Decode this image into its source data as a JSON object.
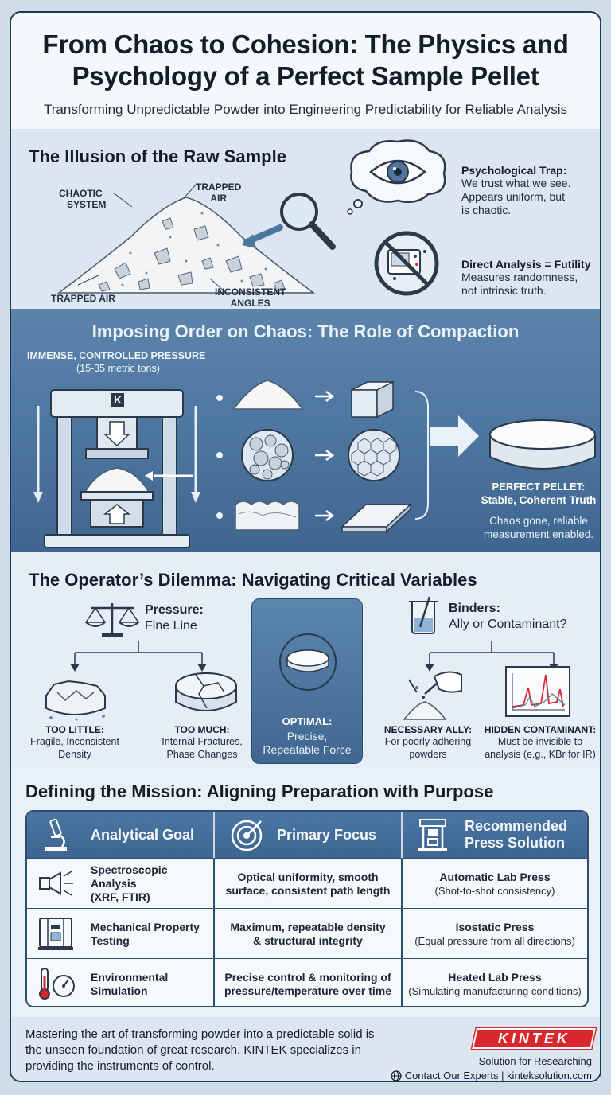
{
  "header": {
    "title_line1": "From Chaos to Cohesion: The Physics and",
    "title_line2": "Psychology of a Perfect Sample Pellet",
    "subtitle": "Transforming Unpredictable Powder into Engineering Predictability for Reliable Analysis"
  },
  "section1": {
    "title": "The Illusion of the Raw Sample",
    "labels": {
      "chaotic_1": "CHAOTIC",
      "chaotic_2": "SYSTEM",
      "trapped_top_1": "TRAPPED",
      "trapped_top_2": "AIR",
      "trapped_bottom": "TRAPPED AIR",
      "inconsistent_1": "INCONSISTENT",
      "inconsistent_2": "ANGLES"
    },
    "trap": {
      "heading": "Psychological Trap:",
      "line1": "We trust what we see.",
      "line2": "Appears uniform, but",
      "line3": "is chaotic."
    },
    "futility": {
      "heading": "Direct Analysis = Futility",
      "line1": "Measures randomness,",
      "line2": "not intrinsic truth."
    }
  },
  "section2": {
    "title": "Imposing Order on Chaos: The Role of Compaction",
    "pressure_label": "IMMENSE, CONTROLLED PRESSURE",
    "pressure_range": "(15-35 metric tons)",
    "press_logo": "K",
    "pellet_heading": "PERFECT PELLET:",
    "pellet_sub": "Stable, Coherent Truth",
    "pellet_note1": "Chaos gone, reliable",
    "pellet_note2": "measurement enabled."
  },
  "section3": {
    "title": "The Operator’s Dilemma: Navigating Critical Variables",
    "pressure": {
      "heading": "Pressure:",
      "sub": "Fine Line"
    },
    "too_little": {
      "heading": "TOO LITTLE:",
      "line1": "Fragile, Inconsistent",
      "line2": "Density"
    },
    "too_much": {
      "heading": "TOO MUCH:",
      "line1": "Internal Fractures,",
      "line2": "Phase Changes"
    },
    "optimal": {
      "heading": "OPTIMAL:",
      "line1": "Precise,",
      "line2": "Repeatable Force"
    },
    "binders": {
      "heading": "Binders:",
      "sub": "Ally or Contaminant?"
    },
    "ally": {
      "heading": "NECESSARY ALLY:",
      "line1": "For poorly adhering",
      "line2": "powders"
    },
    "contaminant": {
      "heading": "HIDDEN CONTAMINANT:",
      "line1": "Must be invisible to",
      "line2": "analysis (e.g., KBr for IR)"
    }
  },
  "section4": {
    "title": "Defining the Mission: Aligning Preparation with Purpose",
    "headers": {
      "goal": "Analytical Goal",
      "focus": "Primary Focus",
      "solution_1": "Recommended",
      "solution_2": "Press Solution"
    },
    "rows": [
      {
        "icon": "spectrometer-icon",
        "goal1": "Spectroscopic Analysis",
        "goal2": "(XRF, FTIR)",
        "focus1": "Optical uniformity, smooth",
        "focus2": "surface, consistent path length",
        "sol": "Automatic Lab Press",
        "note": "(Shot-to-shot consistency)"
      },
      {
        "icon": "testing-machine-icon",
        "goal1": "Mechanical Property",
        "goal2": "Testing",
        "focus1": "Maximum, repeatable density",
        "focus2": "& structural integrity",
        "sol": "Isostatic Press",
        "note": "(Equal pressure from all directions)"
      },
      {
        "icon": "thermometer-gauge-icon",
        "goal1": "Environmental",
        "goal2": "Simulation",
        "focus1": "Precise control & monitoring of",
        "focus2": "pressure/temperature over time",
        "sol": "Heated Lab Press",
        "note": "(Simulating manufacturing conditions)"
      }
    ]
  },
  "footer": {
    "text1": "Mastering the art of transforming powder into a predictable solid is",
    "text2": "the unseen foundation of great research. KINTEK specializes in",
    "text3": "providing the instruments of control.",
    "logo": "KINTEK",
    "tagline": "Solution for Researching",
    "contact": "Contact Our Experts | kinteksolution.com"
  },
  "colors": {
    "navy": "#1f3a58",
    "steel_blue": "#4d76a0",
    "brand_red": "#d8282e"
  }
}
